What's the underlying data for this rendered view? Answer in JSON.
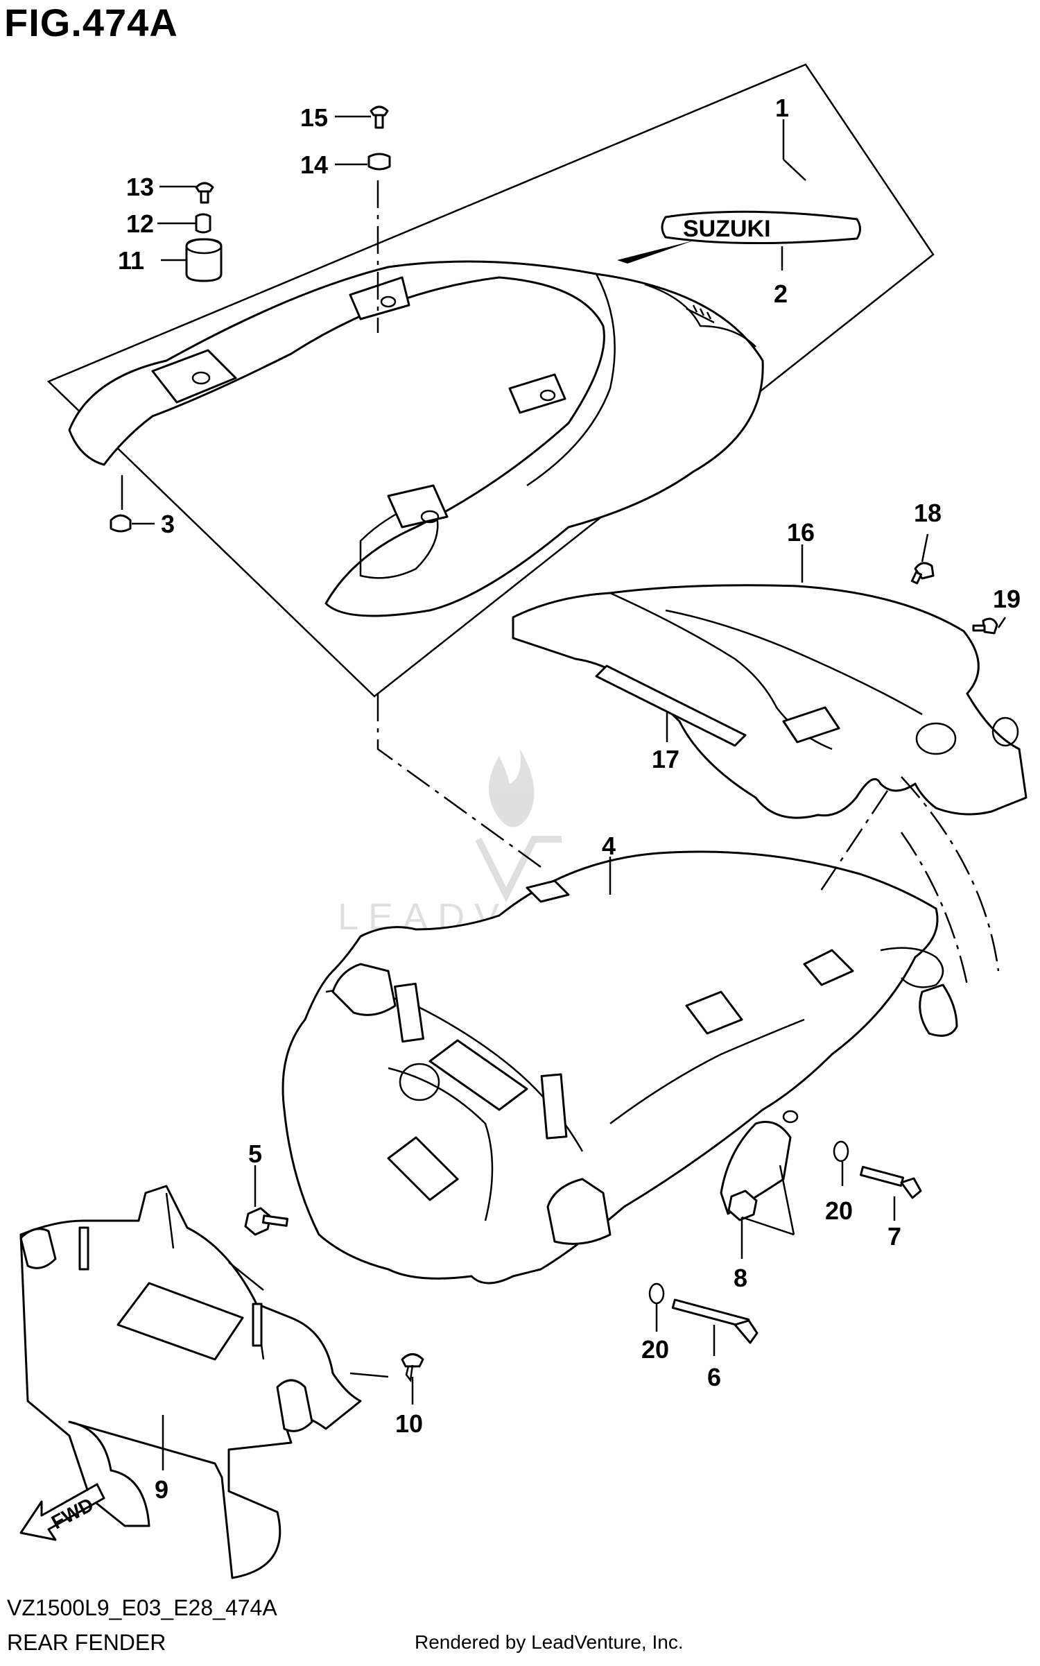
{
  "figure": {
    "title": "FIG.474A",
    "model_code": "VZ1500L9_E03_E28_474A",
    "name": "REAR FENDER",
    "credit": "Rendered by LeadVenture, Inc.",
    "watermark": "LEADVENTURE",
    "emblem_text": "SUZUKI",
    "fwd_arrow": "FWD"
  },
  "callouts": [
    "1",
    "2",
    "3",
    "4",
    "5",
    "6",
    "7",
    "8",
    "9",
    "10",
    "11",
    "12",
    "13",
    "14",
    "15",
    "16",
    "17",
    "18",
    "19",
    "20",
    "20"
  ]
}
